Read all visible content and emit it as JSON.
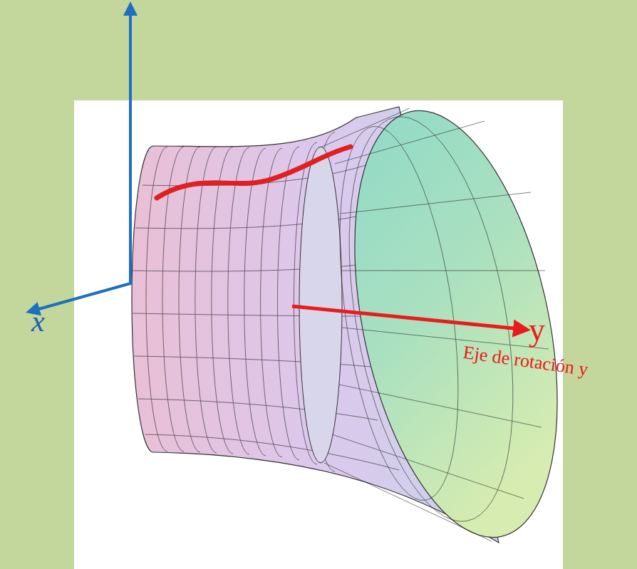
{
  "diagram": {
    "labels": [
      "x",
      "y",
      "Eje de rotación y"
    ]
  }
}
